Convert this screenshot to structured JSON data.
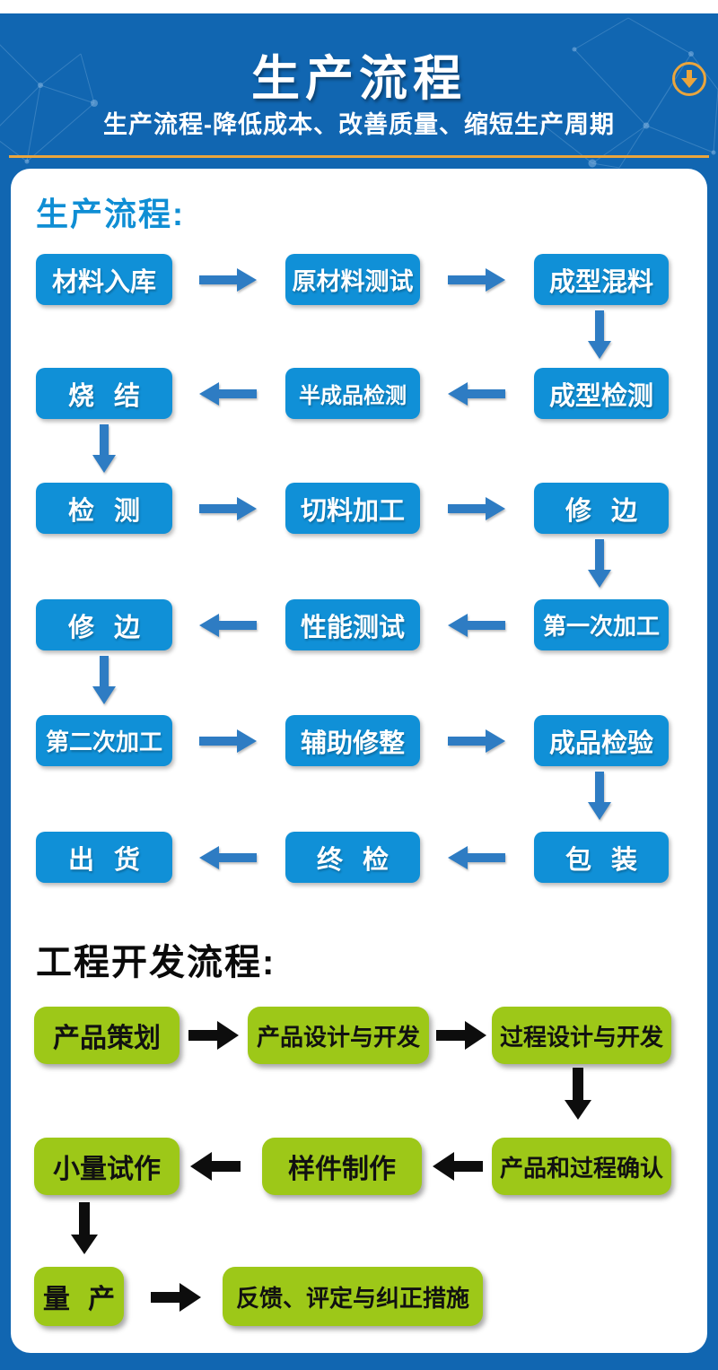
{
  "header": {
    "title": "生产流程",
    "subtitle": "生产流程-降低成本、改善质量、缩短生产周期",
    "scroll_icon": "circle-down-arrow"
  },
  "production_flow": {
    "heading": "生产流程:",
    "rows": [
      {
        "direction": "right",
        "cells": [
          "材料入库",
          "原材料测试",
          "成型混料"
        ]
      },
      {
        "direction": "left",
        "cells": [
          "烧 结",
          "半成品检测",
          "成型检测"
        ]
      },
      {
        "direction": "right",
        "cells": [
          "检 测",
          "切料加工",
          "修 边"
        ]
      },
      {
        "direction": "left",
        "cells": [
          "修 边",
          "性能测试",
          "第一次加工"
        ]
      },
      {
        "direction": "right",
        "cells": [
          "第二次加工",
          "辅助修整",
          "成品检验"
        ]
      },
      {
        "direction": "left",
        "cells": [
          "出 货",
          "终 检",
          "包 装"
        ]
      }
    ]
  },
  "engineering_flow": {
    "heading": "工程开发流程:",
    "rows": [
      {
        "direction": "right",
        "cells": [
          "产品策划",
          "产品设计与开发",
          "过程设计与开发"
        ]
      },
      {
        "direction": "left",
        "cells": [
          "小量试作",
          "样件制作",
          "产品和过程确认"
        ]
      },
      {
        "direction": "right",
        "cells": [
          "量 产",
          "反馈、评定与纠正措施"
        ]
      }
    ]
  },
  "colors": {
    "page_background": "#1166b1",
    "card_background": "#ffffff",
    "production_box": "#1090d7",
    "production_arrow": "#2e7cc3",
    "production_heading": "#0f8ed4",
    "engineering_box": "#9dc818",
    "engineering_arrow": "#0d0d0d",
    "accent_gold": "#eaa53d",
    "title_text": "#ffffff"
  }
}
